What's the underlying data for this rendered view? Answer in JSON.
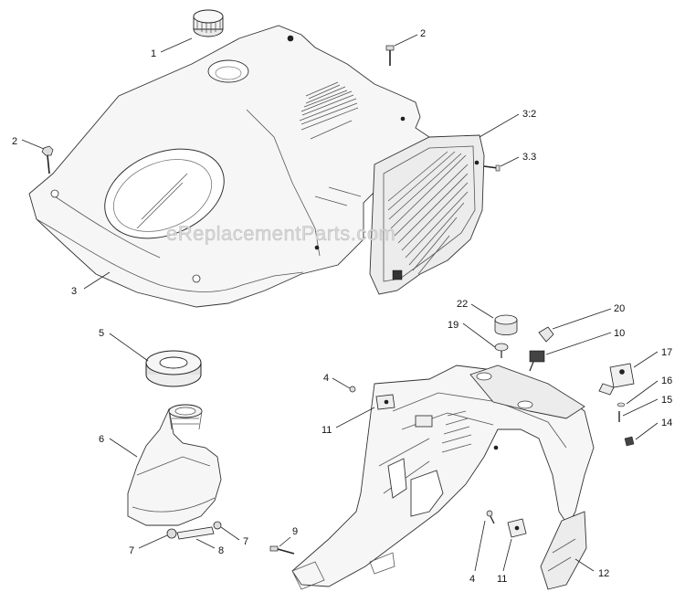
{
  "watermark": "eReplacementParts.com",
  "callouts": [
    {
      "id": "c1",
      "text": "1"
    },
    {
      "id": "c2a",
      "text": "2"
    },
    {
      "id": "c2b",
      "text": "2"
    },
    {
      "id": "c32",
      "text": "3:2"
    },
    {
      "id": "c33",
      "text": "3.3"
    },
    {
      "id": "c3",
      "text": "3"
    },
    {
      "id": "c5",
      "text": "5"
    },
    {
      "id": "c6",
      "text": "6"
    },
    {
      "id": "c7a",
      "text": "7"
    },
    {
      "id": "c8",
      "text": "8"
    },
    {
      "id": "c7b",
      "text": "7"
    },
    {
      "id": "c9",
      "text": "9"
    },
    {
      "id": "c4a",
      "text": "4"
    },
    {
      "id": "c11a",
      "text": "11"
    },
    {
      "id": "c22",
      "text": "22"
    },
    {
      "id": "c19",
      "text": "19"
    },
    {
      "id": "c20",
      "text": "20"
    },
    {
      "id": "c10",
      "text": "10"
    },
    {
      "id": "c17",
      "text": "17"
    },
    {
      "id": "c16",
      "text": "16"
    },
    {
      "id": "c15",
      "text": "15"
    },
    {
      "id": "c14",
      "text": "14"
    },
    {
      "id": "c4b",
      "text": "4"
    },
    {
      "id": "c11b",
      "text": "11"
    },
    {
      "id": "c12",
      "text": "12"
    }
  ]
}
